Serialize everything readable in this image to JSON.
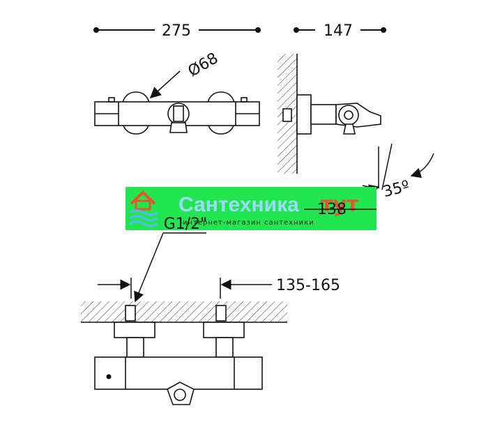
{
  "dimensions": {
    "top_width": "275",
    "side_depth": "147",
    "diameter": "Ø68",
    "angle": "35º",
    "outlet_depth": "138",
    "thread": "G1/2\"",
    "centers": "135-165"
  },
  "watermark": {
    "title": "Сантехника",
    "suffix": "тут",
    "subtitle": "интернет-магазин сантехники"
  },
  "colors": {
    "line": "#111111",
    "watermark_bg": "#22e64f",
    "watermark_accent": "#e8552a",
    "watermark_text": "#9fd9ff"
  }
}
